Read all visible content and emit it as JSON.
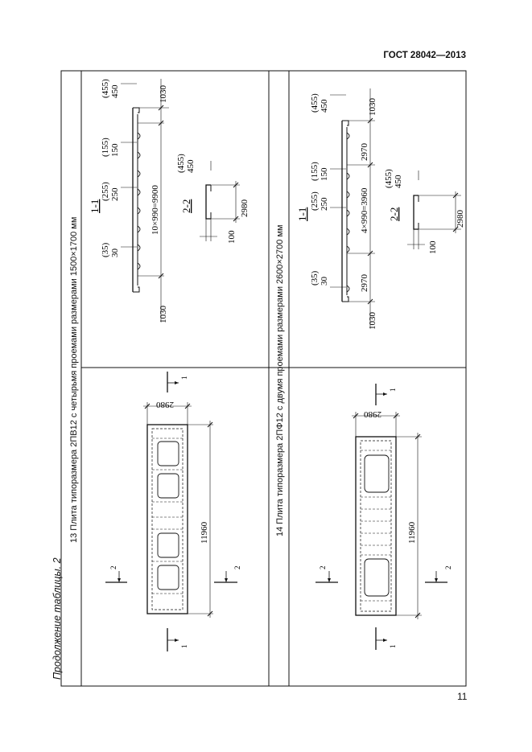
{
  "header": {
    "standard": "ГОСТ 28042—2013"
  },
  "continuation": "Продолжение таблицы. 2",
  "page_number": "11",
  "rows": [
    {
      "caption": "13 Плита типоразмера 2ПВ12 с четырьмя проемами размерами 1500×1700 мм",
      "plan": {
        "length": "11960",
        "width": "2980",
        "section1": "1",
        "section2": "2"
      },
      "section_1_1": {
        "label": "1-1",
        "end_left": "1030",
        "end_right": "1030",
        "middle": "10×990=9900",
        "marks": [
          {
            "main": "30",
            "alt": "(35)"
          },
          {
            "main": "250",
            "alt": "(255)"
          },
          {
            "main": "150",
            "alt": "(155)"
          },
          {
            "main": "450",
            "alt": "(455)"
          }
        ]
      },
      "section_2_2": {
        "label": "2-2",
        "width": "2980",
        "height": "100",
        "rib": {
          "main": "450",
          "alt": "(455)"
        }
      }
    },
    {
      "caption": "14 Плита типоразмера 2ПФ12 с двумя проемами размерами 2600×2700 мм",
      "plan": {
        "length": "11960",
        "width": "2980",
        "section1": "1",
        "section2": "2"
      },
      "section_1_1": {
        "label": "1-1",
        "end_left": "1030",
        "end_right": "1030",
        "middle": "4×990=3960",
        "side_left": "2970",
        "side_right": "2970",
        "marks": [
          {
            "main": "30",
            "alt": "(35)"
          },
          {
            "main": "250",
            "alt": "(255)"
          },
          {
            "main": "150",
            "alt": "(155)"
          },
          {
            "main": "450",
            "alt": "(455)"
          }
        ]
      },
      "section_2_2": {
        "label": "2-2",
        "width": "2980",
        "height": "100",
        "rib": {
          "main": "450",
          "alt": "(455)"
        }
      }
    }
  ]
}
